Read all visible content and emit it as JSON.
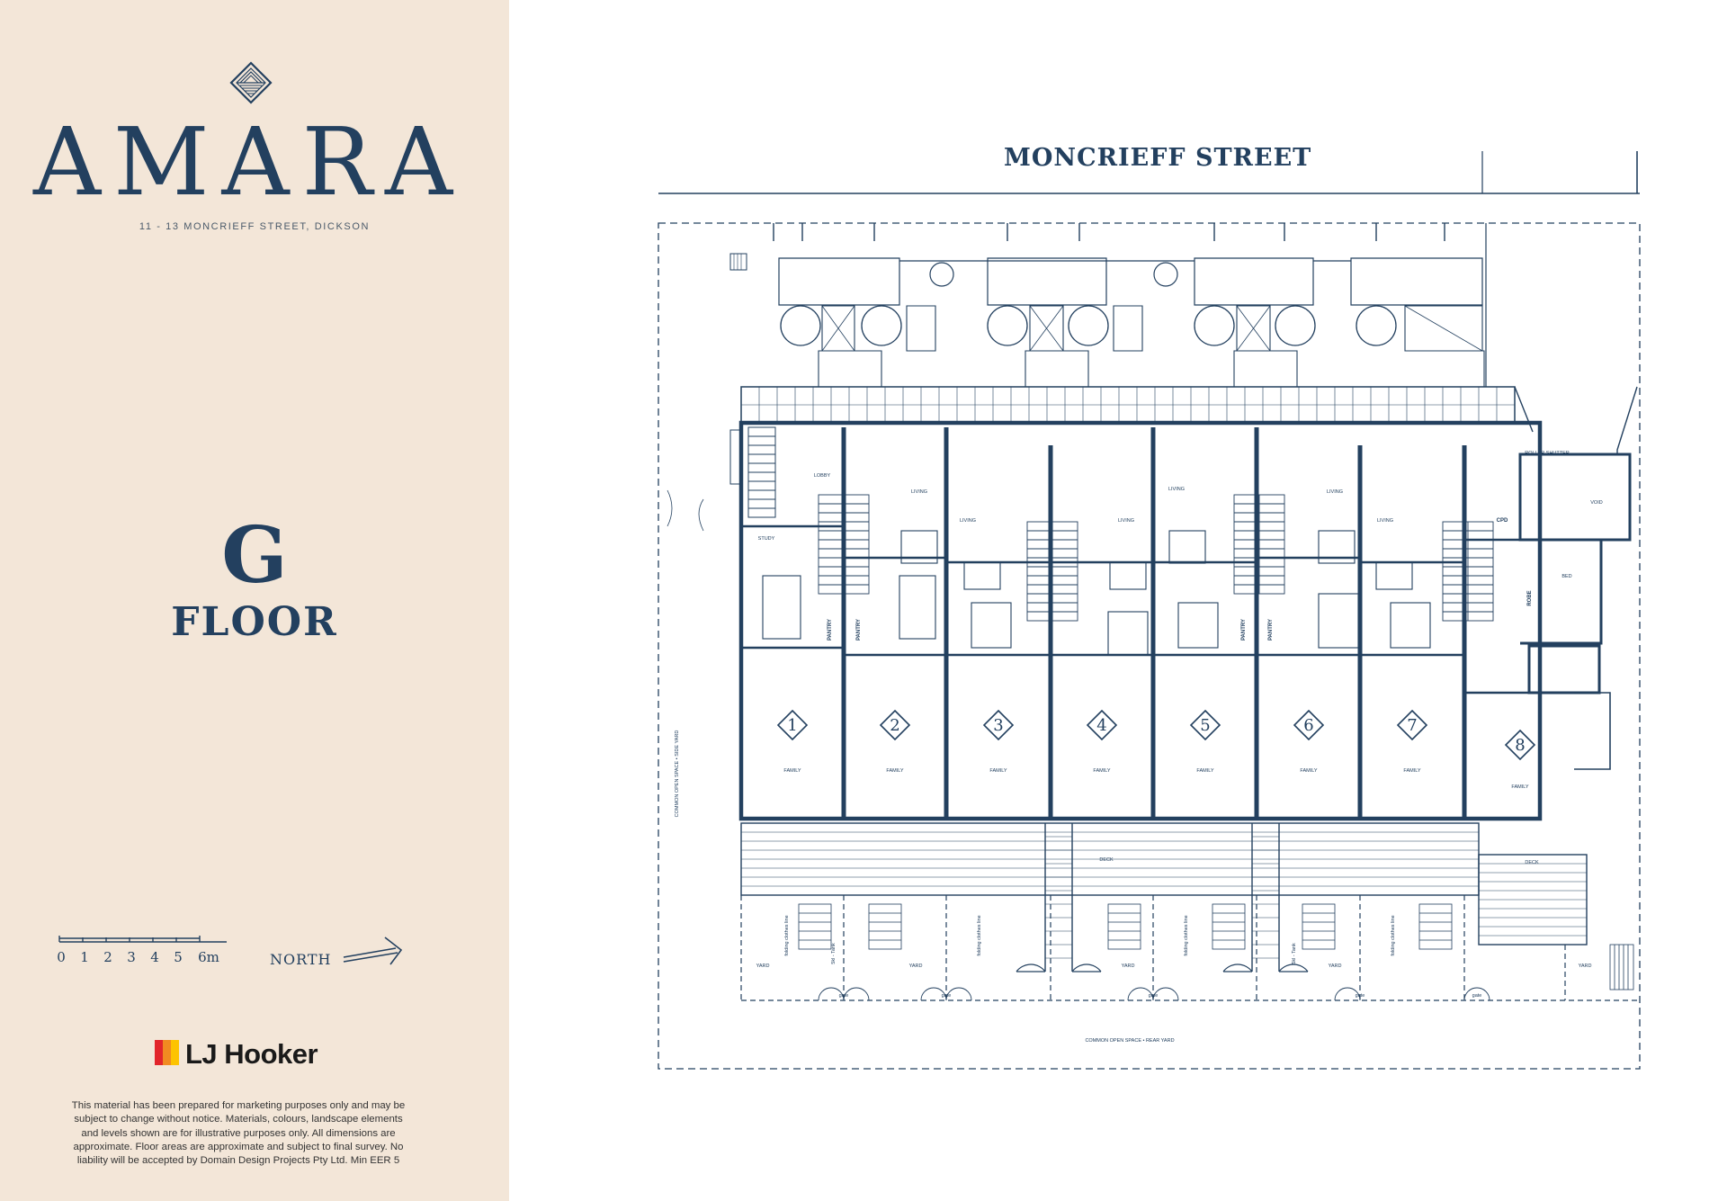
{
  "brand": {
    "name": "AMARA",
    "address": "11 - 13 MONCRIEFF STREET, DICKSON"
  },
  "floor": {
    "letter": "G",
    "word": "FLOOR"
  },
  "scale": {
    "ticks": [
      "0",
      "1",
      "2",
      "3",
      "4",
      "5",
      "6m"
    ]
  },
  "north": {
    "label": "NORTH"
  },
  "agency": {
    "name": "LJ Hooker",
    "colors": [
      "#e2252b",
      "#f18a21",
      "#fdc300"
    ]
  },
  "disclaimer": {
    "lines": [
      "This material has been prepared for marketing purposes only and may be",
      "subject to change without notice. Materials, colours, landscape elements",
      "and levels shown are for illustrative purposes only. All dimensions are",
      "approximate. Floor areas are approximate and subject to final survey. No",
      "liability will be accepted by Domain Design Projects Pty Ltd. Min EER 5"
    ]
  },
  "plan": {
    "street": "MONCRIEFF STREET",
    "units": [
      "1",
      "2",
      "3",
      "4",
      "5",
      "6",
      "7",
      "8"
    ],
    "room_labels": {
      "lobby": "LOBBY",
      "study": "STUDY",
      "living": "LIVING",
      "pantry": "PANTRY",
      "family": "FAMILY",
      "yard": "YARD",
      "deck": "DECK",
      "gate": "gate",
      "cpd": "CPD",
      "void": "VOID",
      "robe": "ROBE",
      "bed": "BED",
      "bin_shelter": "ROLLER SHUTTER",
      "clothes": "folding clothes line",
      "tank": "5kl - Tank",
      "common_side": "COMMON OPEN SPACE • SIDE YARD",
      "common_rear": "COMMON OPEN SPACE • REAR YARD"
    }
  },
  "colors": {
    "navy": "#23405f",
    "sidebar_bg": "#f3e6d8"
  }
}
